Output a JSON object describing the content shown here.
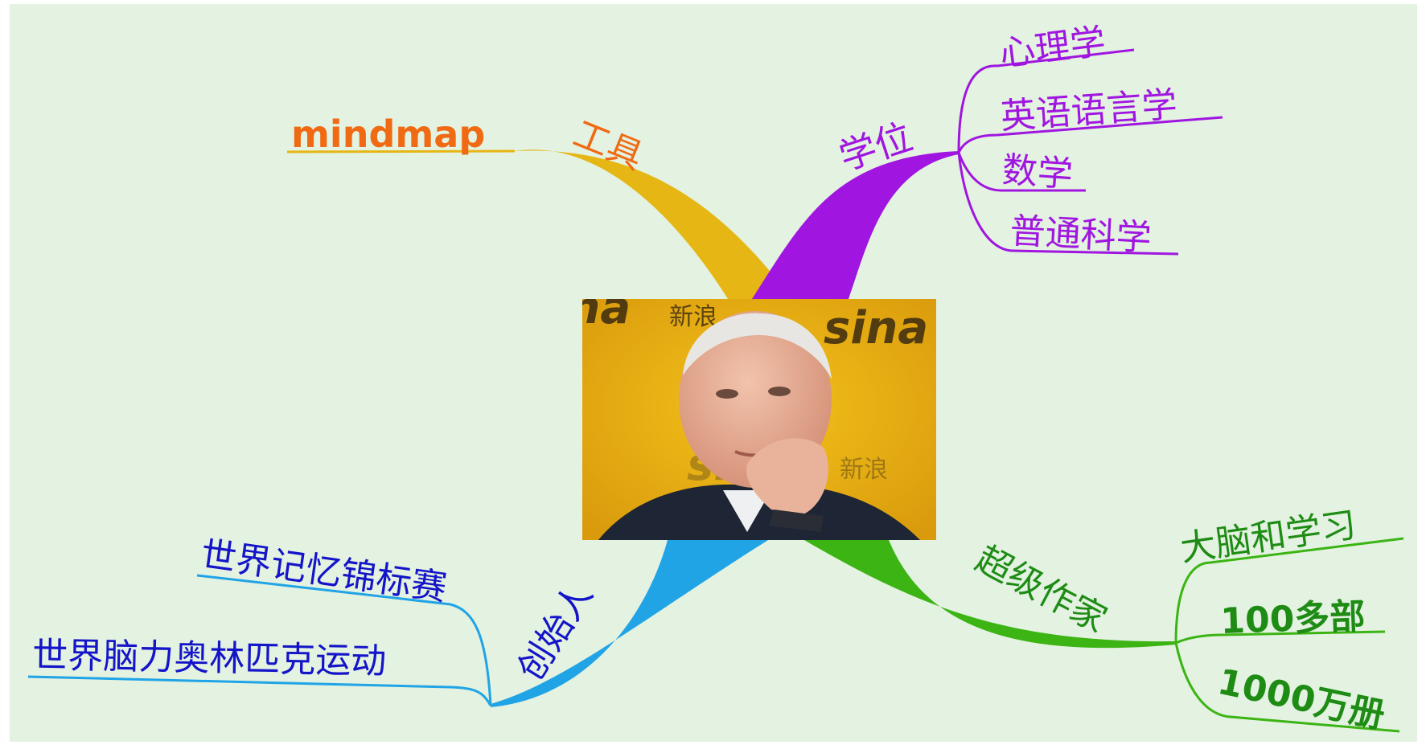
{
  "colors": {
    "background": "#e3f2e1",
    "tools": "#e6b614",
    "tools_text": "#f06a14",
    "degree": "#a016e0",
    "founder": "#20a4e6",
    "founder_text": "#1414c8",
    "author": "#3cb414",
    "author_text": "#1e8c14"
  },
  "center": {
    "photo_text": "sina",
    "photo_text2": "新浪"
  },
  "branches": {
    "tools": {
      "label": "工具",
      "children": [
        "mindmap"
      ]
    },
    "degree": {
      "label": "学位",
      "children": [
        "心理学",
        "英语语言学",
        "数学",
        "普通科学"
      ]
    },
    "founder": {
      "label": "创始人",
      "children": [
        "世界记忆锦标赛",
        "世界脑力奥林匹克运动"
      ]
    },
    "author": {
      "label": "超级作家",
      "children": [
        "大脑和学习",
        "100多部",
        "1000万册"
      ]
    }
  }
}
